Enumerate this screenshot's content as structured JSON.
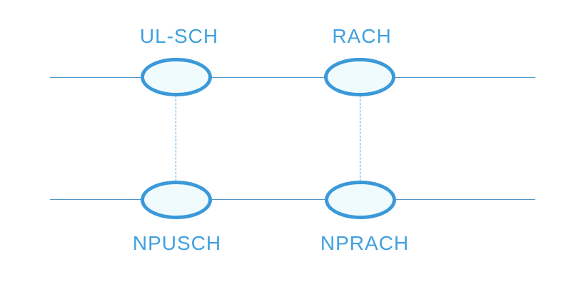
{
  "diagram": {
    "type": "channel-mapping",
    "upper_layer": {
      "nodes": [
        {
          "label": "UL-SCH"
        },
        {
          "label": "RACH"
        }
      ]
    },
    "lower_layer": {
      "nodes": [
        {
          "label": "NPUSCH"
        },
        {
          "label": "NPRACH"
        }
      ]
    },
    "connections": [
      {
        "from": "UL-SCH",
        "to": "NPUSCH",
        "style": "dashed"
      },
      {
        "from": "RACH",
        "to": "NPRACH",
        "style": "dashed"
      }
    ],
    "colors": {
      "node_border": "#3A99D9",
      "node_fill": "#F0FBFE",
      "label_text": "#40A0E0",
      "line": "#4E96C8",
      "background": "#FFFFFF"
    }
  }
}
